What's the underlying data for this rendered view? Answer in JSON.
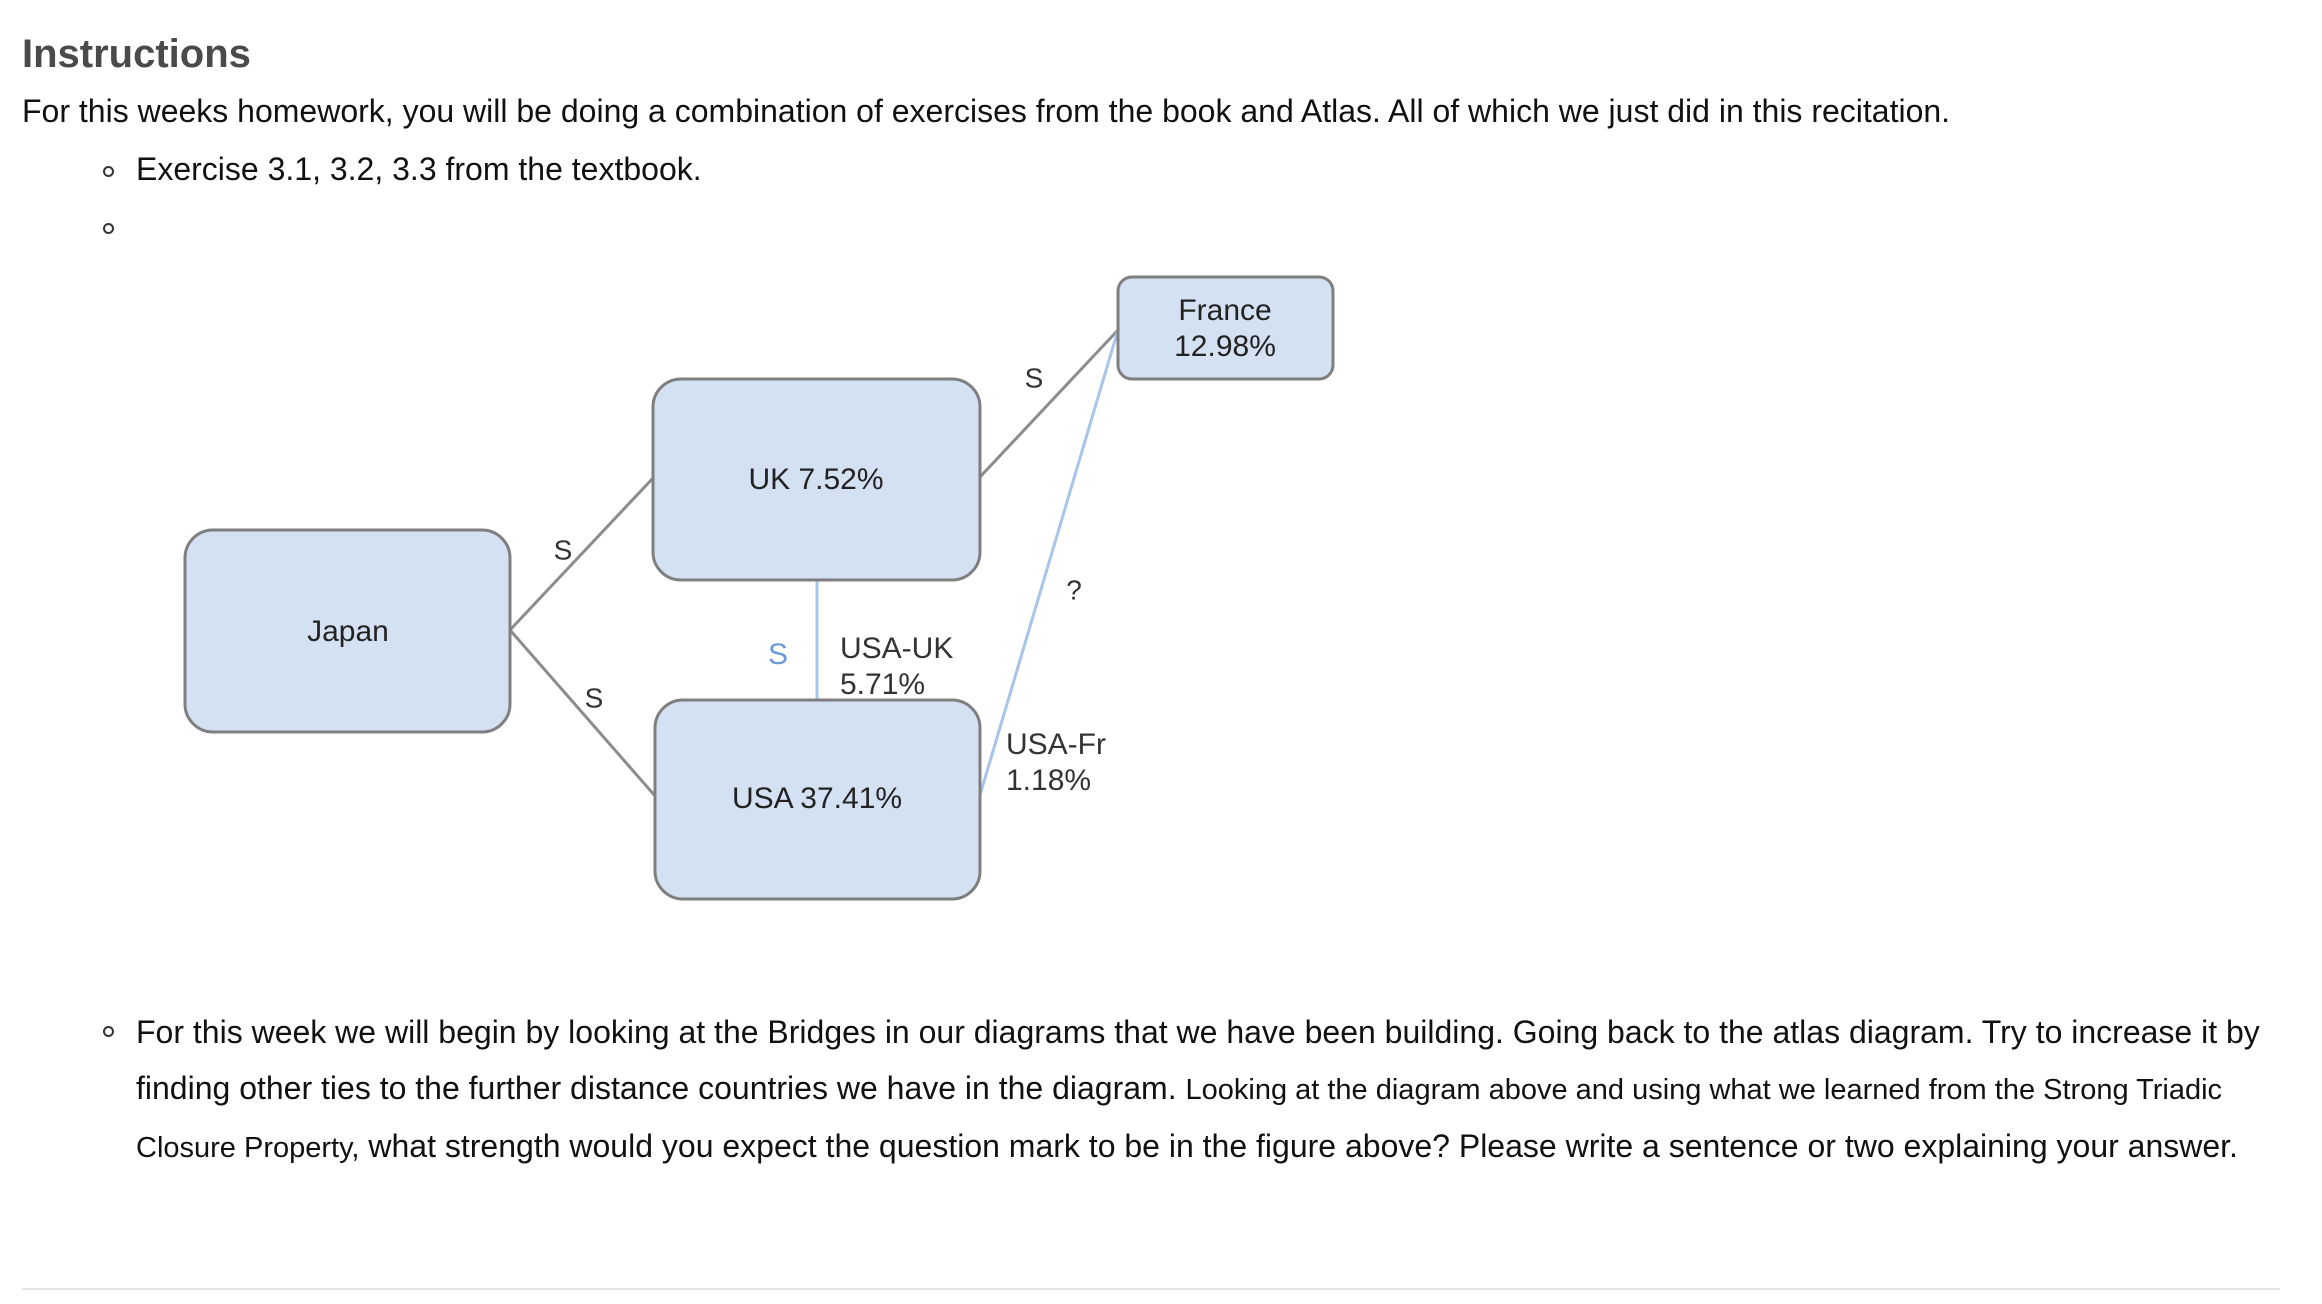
{
  "page": {
    "heading": "Instructions",
    "intro": "For this weeks homework, you will be doing a combination of exercises from the book and Atlas. All of which we just did in this recitation.",
    "list": {
      "item1": "Exercise 3.1, 3.2, 3.3 from the textbook.",
      "item3": {
        "part1": "For this week we will begin by looking at the Bridges in our diagrams that we have been building. Going back to the atlas diagram. Try to increase it by finding other ties to the further distance countries we have in the diagram. ",
        "part2": " Looking at the diagram above and using what we learned from the Strong Triadic Closure Property,",
        "part3": " what strength would you expect the question mark to be in the figure above? Please write a sentence or two explaining your answer."
      }
    }
  },
  "diagram": {
    "nodes": {
      "japan": "Japan",
      "uk": "UK 7.52%",
      "usa": "USA 37.41%",
      "france_name": "France",
      "france_value": "12.98%"
    },
    "edge_labels": {
      "japan_uk": "S",
      "japan_usa": "S",
      "uk_usa": "S",
      "uk_usa_name": "USA-UK",
      "uk_usa_value": "5.71%",
      "uk_france": "S",
      "usa_france": "?",
      "usa_france_name": "USA-Fr",
      "usa_france_value": "1.18%"
    },
    "colors": {
      "node_fill": "#d4e1f3",
      "node_stroke": "#7f7f7f",
      "strong_edge": "#8c8c8c",
      "weak_edge": "#a8c4ea",
      "weak_label": "#6f9ad8"
    }
  }
}
